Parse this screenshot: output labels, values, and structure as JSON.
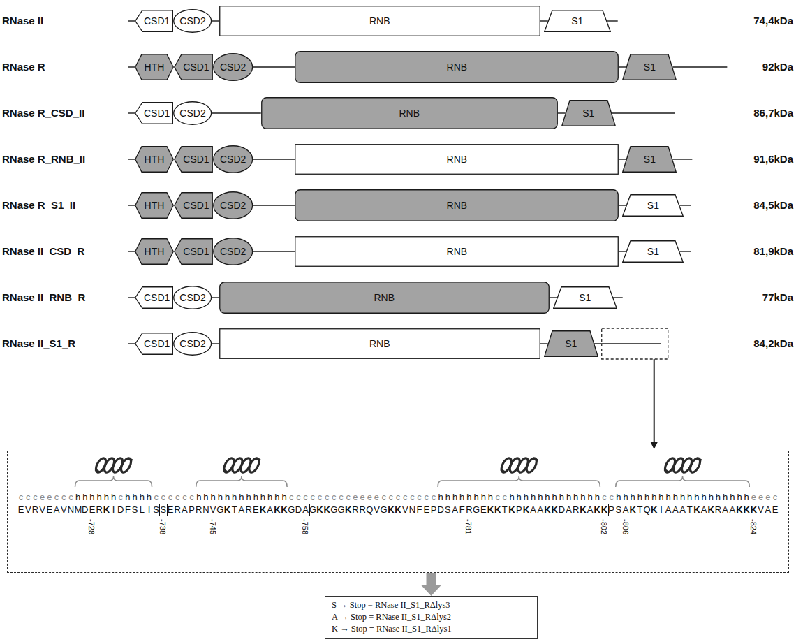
{
  "diagram": {
    "nodes": [
      {
        "text": [
          "CSD1"
        ]
      },
      {
        "text": [
          "CSD2"
        ]
      },
      {
        "text": [
          "RNB"
        ]
      },
      {
        "text": [
          "S1"
        ]
      },
      {
        "text": [
          "HTH"
        ]
      },
      {
        "text": [
          "CSD1"
        ]
      },
      {
        "text": [
          "CSD2"
        ]
      },
      {
        "text": [
          "RNB"
        ]
      },
      {
        "text": [
          "S1"
        ]
      },
      {
        "text": [
          "CSD1"
        ]
      },
      {
        "text": [
          "CSD2"
        ]
      },
      {
        "text": [
          "RNB"
        ]
      },
      {
        "text": [
          "S1"
        ]
      },
      {
        "text": [
          "HTH"
        ]
      },
      {
        "text": [
          "CSD1"
        ]
      },
      {
        "text": [
          "CSD2"
        ]
      },
      {
        "text": [
          "RNB"
        ]
      },
      {
        "text": [
          "S1"
        ]
      },
      {
        "text": [
          "HTH"
        ]
      },
      {
        "text": [
          "CSD1"
        ]
      },
      {
        "text": [
          "CSD2"
        ]
      },
      {
        "text": [
          "RNB"
        ]
      },
      {
        "text": [
          "S1"
        ]
      },
      {
        "text": [
          "HTH"
        ]
      },
      {
        "text": [
          "CSD1"
        ]
      },
      {
        "text": [
          "CSD2"
        ]
      },
      {
        "text": [
          "RNB"
        ]
      },
      {
        "text": [
          "S1"
        ]
      },
      {
        "text": [
          "CSD1"
        ]
      },
      {
        "text": [
          "CSD2"
        ]
      },
      {
        "text": [
          "RNB"
        ]
      },
      {
        "text": [
          "S1"
        ]
      },
      {
        "text": [
          "CSD1"
        ]
      },
      {
        "text": [
          "CSD2"
        ]
      },
      {
        "text": [
          "RNB"
        ]
      },
      {
        "text": [
          "S1"
        ]
      },
      {
        "text": [
          "ccceeccchhhhhhchhhhcccccchhhhhhhhhhhhhccccccccceeeecccccccchhhhhhhhcchhhhhhhhhhhhhcchhhhhhhhhhhhhhhhhhheeec",
          "EVRVEAVNMDERKIDFSLISSERAPRNVGKTAREKAKKGDAGKKGGKRRQVGKKVNFEPDSAFRGEKKTKPKAAKKDARKAKKPSAKTQKIAAATKAKRAAKKKVAE"
        ]
      },
      {
        "text": [
          "S → Stop = RNase II_S1_RΔlys3",
          "A → Stop = RNase II_S1_RΔlys2",
          "K → Stop = RNase II_S1_RΔlys1"
        ]
      }
    ],
    "edges": [
      {
        "from": 1,
        "to": 2,
        "arrow": "none"
      },
      {
        "from": 2,
        "to": 3,
        "arrow": "none"
      },
      {
        "from": 6,
        "to": 7,
        "arrow": "none"
      },
      {
        "from": 7,
        "to": 8,
        "arrow": "none"
      },
      {
        "from": 10,
        "to": 11,
        "arrow": "none"
      },
      {
        "from": 11,
        "to": 12,
        "arrow": "none"
      },
      {
        "from": 15,
        "to": 16,
        "arrow": "none"
      },
      {
        "from": 16,
        "to": 17,
        "arrow": "none"
      },
      {
        "from": 20,
        "to": 21,
        "arrow": "none"
      },
      {
        "from": 21,
        "to": 22,
        "arrow": "none"
      },
      {
        "from": 25,
        "to": 26,
        "arrow": "none"
      },
      {
        "from": 26,
        "to": 27,
        "arrow": "none"
      },
      {
        "from": 29,
        "to": 30,
        "arrow": "none"
      },
      {
        "from": 30,
        "to": 31,
        "arrow": "none"
      },
      {
        "from": 33,
        "to": 34,
        "arrow": "none"
      },
      {
        "from": 34,
        "to": 35,
        "arrow": "none"
      },
      {
        "from": 36,
        "to": 37,
        "arrow": "to"
      }
    ],
    "labels": [
      "RNase II",
      "74,4kDa",
      "RNase R",
      "92kDa",
      "RNase R_CSD_II",
      "86,7kDa",
      "RNase R_RNB_II",
      "91,6kDa",
      "RNase R_S1_II",
      "84,5kDa",
      "RNase II_CSD_R",
      "81,9kDa",
      "RNase II_RNB_R",
      "77kDa",
      "RNase II_S1_R",
      "84,2kDa",
      "-728",
      "-738",
      "-745",
      "-758",
      "-781",
      "-802",
      "-806",
      "-824"
    ]
  }
}
